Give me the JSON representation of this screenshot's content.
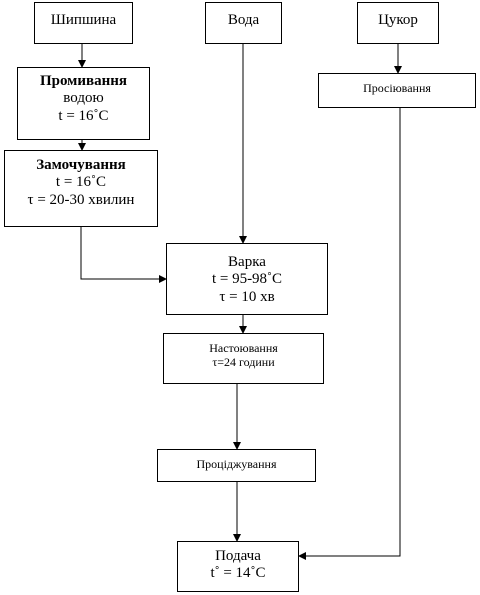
{
  "nodes": {
    "rosehip": {
      "lines": [
        "Шипшина"
      ]
    },
    "water": {
      "lines": [
        "Вода"
      ]
    },
    "sugar": {
      "lines": [
        "Цукор"
      ]
    },
    "washing": {
      "lines": [
        "Промивання",
        "водою",
        "t = 16˚С"
      ]
    },
    "sifting": {
      "lines": [
        "Просіювання"
      ]
    },
    "soaking": {
      "lines": [
        "Замочування",
        "t = 16˚С",
        "τ = 20-30 хвилин"
      ]
    },
    "boiling": {
      "lines": [
        "Варка",
        "t = 95-98˚С",
        "τ = 10 хв"
      ]
    },
    "infusion": {
      "lines": [
        "Настоювання",
        "τ=24 години"
      ]
    },
    "straining": {
      "lines": [
        "Проціджування"
      ]
    },
    "serving": {
      "lines": [
        "Подача",
        "t˚ = 14˚С"
      ]
    }
  }
}
